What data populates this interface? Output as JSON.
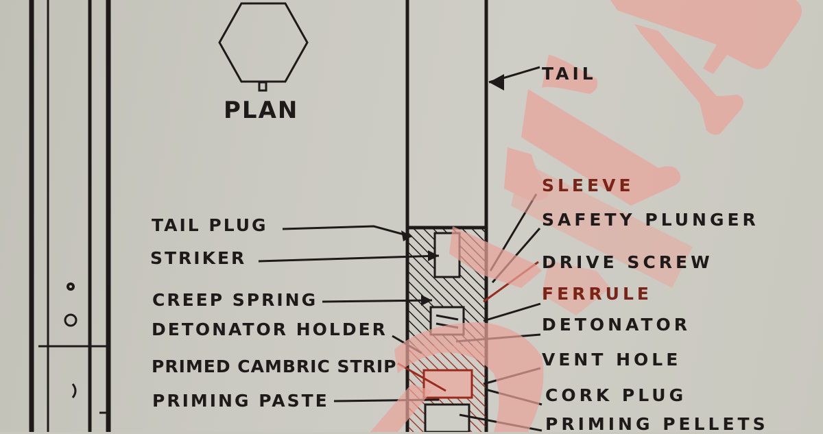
{
  "diagram": {
    "plan_view": {
      "title": "PLAN",
      "shape": "hexagon-icon"
    },
    "left_labels": [
      {
        "text": "TAIL PLUG"
      },
      {
        "text": "STRIKER"
      },
      {
        "text": "CREEP SPRING"
      },
      {
        "text": "DETONATOR HOLDER"
      },
      {
        "text": "PRIMED CAMBRIC STRIP"
      },
      {
        "text": "PRIMING PASTE"
      }
    ],
    "right_labels": [
      {
        "text": "TAIL"
      },
      {
        "text": "SLEEVE"
      },
      {
        "text": "SAFETY PLUNGER"
      },
      {
        "text": "DRIVE SCREW"
      },
      {
        "text": "FERRULE"
      },
      {
        "text": "DETONATOR"
      },
      {
        "text": "VENT HOLE"
      },
      {
        "text": "CORK PLUG"
      },
      {
        "text": "PRIMING PELLETS"
      }
    ],
    "colors": {
      "paper": "#c9c8bf",
      "ink": "#1d1a19",
      "watermark": "#e8a49a",
      "watermark_ink": "#9b2a1d"
    }
  }
}
